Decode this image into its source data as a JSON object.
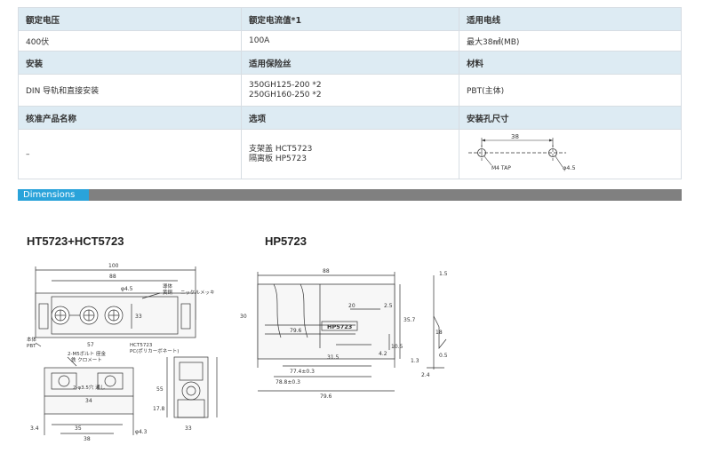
{
  "spec_table": {
    "h_rated_voltage": "额定电压",
    "h_rated_current": "额定电流值*1",
    "h_wire": "适用电线",
    "v_rated_voltage": "400伏",
    "v_rated_current": "100A",
    "v_wire": "最大38㎟(MB)",
    "h_mounting": "安装",
    "h_fuse": "适用保险丝",
    "h_material": "材料",
    "v_mounting": "DIN 导轨和直接安装",
    "v_fuse_1": "350GH125-200 *2",
    "v_fuse_2": "250GH160-250 *2",
    "v_material": "PBT(主体)",
    "h_approved": "核准产品名称",
    "h_options": "选项",
    "h_hole_size": "安装孔尺寸",
    "v_approved": "–",
    "v_option_1": "支架盖 HCT5723",
    "v_option_2": "隔离板 HP5723",
    "hole_dim": "38",
    "hole_tap": "M4 TAP",
    "hole_dia": "φ4.5"
  },
  "dimensions": {
    "label": "Dimensions",
    "left_title": "HT5723+HCT5723",
    "right_title": "HP5723",
    "left_dims": {
      "d100": "100",
      "d88": "88",
      "d45": "φ4.5",
      "d33": "33",
      "d57": "57",
      "d34": "34",
      "d35": "35",
      "d38": "38",
      "d55": "55",
      "d43": "φ4.3",
      "d178": "17.8",
      "d34b": "3.4",
      "d33b": "33"
    },
    "left_notes": {
      "conductor": "導体",
      "brass": "黄銅",
      "plating": "ニッケルメッキ",
      "body": "本体",
      "pbt": "PBT",
      "hct": "HCT5723",
      "pc": "PC(ポリカーボネート)",
      "bolt": "2-M5ボルト 座金",
      "steel": "鉄 クロメート",
      "hole": "2-φ3.5穴 通し"
    },
    "right_dims": {
      "d88": "88",
      "d20": "20",
      "d25": "2.5",
      "d357": "35.7",
      "d105": "10.5",
      "d42": "4.2",
      "d796": "79.6",
      "d774": "77.4±0.3",
      "d788": "78.8±0.3",
      "d315": "31.5",
      "d15": "1.5",
      "d13": "1.3",
      "d24": "2.4",
      "d18": "18",
      "d05": "0.5",
      "d30": "30",
      "label": "HP5723"
    }
  }
}
